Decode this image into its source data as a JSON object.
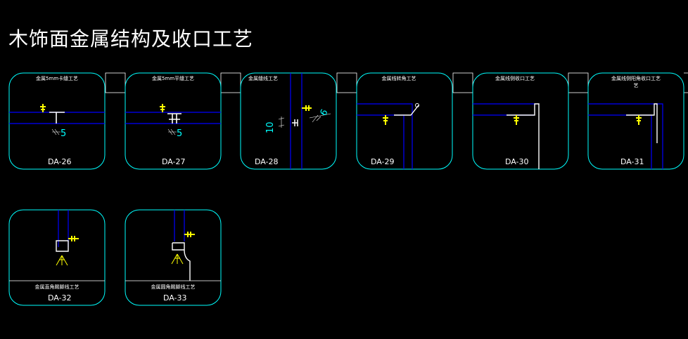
{
  "page": {
    "title": "木饰面金属结构及收口工艺"
  },
  "colors": {
    "frame": "#00ffff",
    "panel_line": "#0000ff",
    "screw": "#ffff00",
    "metal": "#ffffff",
    "dimension": "#00ffff",
    "background": "#000000"
  },
  "details": [
    {
      "id": "da26",
      "label": "金属5mm卡缝工艺",
      "code": "DA-26",
      "dimensions": [
        "5"
      ]
    },
    {
      "id": "da27",
      "label": "金属5mm平缝工艺",
      "code": "DA-27",
      "dimensions": [
        "5"
      ]
    },
    {
      "id": "da28",
      "label": "金属缝线工艺",
      "code": "DA-28",
      "dimensions": [
        "10",
        "6"
      ]
    },
    {
      "id": "da29",
      "label": "金属线转角工艺",
      "code": "DA-29",
      "dimensions": []
    },
    {
      "id": "da30",
      "label": "金属线侧收口工艺",
      "code": "DA-30",
      "dimensions": []
    },
    {
      "id": "da31",
      "label": "金属线侧阳角收口工艺",
      "code": "DA-31",
      "dimensions": []
    },
    {
      "id": "da32",
      "label": "金属直角踢脚线工艺",
      "code": "DA-32",
      "dimensions": []
    },
    {
      "id": "da33",
      "label": "金属圆角踢脚线工艺",
      "code": "DA-33",
      "dimensions": []
    }
  ]
}
